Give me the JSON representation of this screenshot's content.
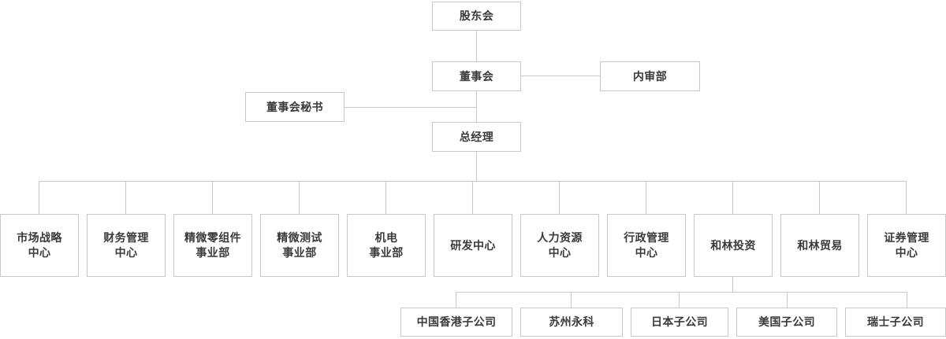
{
  "chart_title": "",
  "palette": {
    "border": "#c9c9c9",
    "text": "#3a3a3a",
    "background": "#ffffff",
    "connector": "#c9c9c9"
  },
  "org_chart": {
    "type": "org-hierarchy",
    "orientation": "top-down",
    "levels": [
      {
        "level": 1,
        "nodes": [
          {
            "id": "shareholders",
            "label": "股东会"
          }
        ]
      },
      {
        "level": 2,
        "nodes": [
          {
            "id": "board",
            "label": "董事会"
          },
          {
            "id": "internal-audit",
            "label": "内审部",
            "attach": "right-of-board"
          }
        ]
      },
      {
        "level": 3,
        "nodes": [
          {
            "id": "board-secretary",
            "label": "董事会秘书",
            "attach": "left-of-spine"
          }
        ]
      },
      {
        "level": 4,
        "nodes": [
          {
            "id": "general-manager",
            "label": "总经理"
          }
        ]
      },
      {
        "level": 5,
        "nodes": [
          {
            "id": "dept-1",
            "label": "市场战略\n中心"
          },
          {
            "id": "dept-2",
            "label": "财务管理\n中心"
          },
          {
            "id": "dept-3",
            "label": "精微零组件\n事业部"
          },
          {
            "id": "dept-4",
            "label": "精微测试\n事业部"
          },
          {
            "id": "dept-5",
            "label": "机电\n事业部"
          },
          {
            "id": "dept-6",
            "label": "研发中心"
          },
          {
            "id": "dept-7",
            "label": "人力资源\n中心"
          },
          {
            "id": "dept-8",
            "label": "行政管理\n中心"
          },
          {
            "id": "dept-9",
            "label": "和林投资"
          },
          {
            "id": "dept-10",
            "label": "和林贸易"
          },
          {
            "id": "dept-11",
            "label": "证券管理\n中心"
          }
        ]
      },
      {
        "level": 6,
        "parent": "dept-9",
        "nodes": [
          {
            "id": "sub-1",
            "label": "中国香港子公司"
          },
          {
            "id": "sub-2",
            "label": "苏州永科"
          },
          {
            "id": "sub-3",
            "label": "日本子公司"
          },
          {
            "id": "sub-4",
            "label": "美国子公司"
          },
          {
            "id": "sub-5",
            "label": "瑞士子公司"
          }
        ]
      }
    ]
  }
}
